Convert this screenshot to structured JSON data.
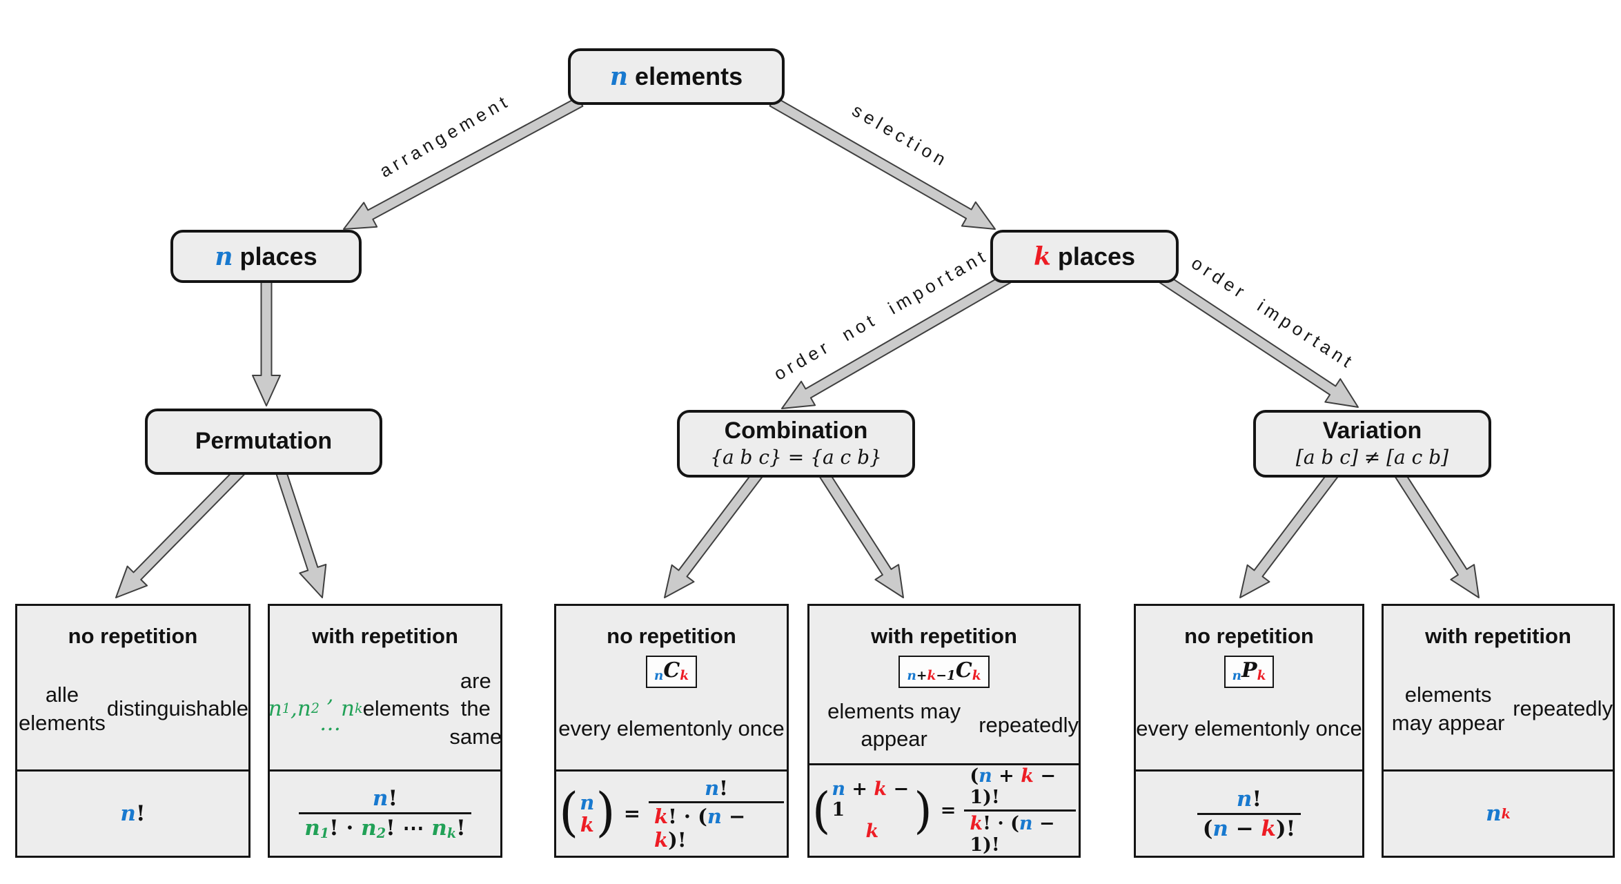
{
  "colors": {
    "blue": "#1879cf",
    "red": "#ed1c24",
    "green": "#21a157",
    "node_fill": "#ededed",
    "node_border": "#141414",
    "arrow_fill": "#cbcbcb",
    "arrow_outline": "#3f3f3f"
  },
  "nodes": {
    "root": {
      "title": [
        {
          "t": "n",
          "c": "b",
          "f": "mb"
        },
        {
          "t": " elements",
          "f": "b"
        }
      ]
    },
    "n_places": {
      "title": [
        {
          "t": "n",
          "c": "b",
          "f": "mb"
        },
        {
          "t": " places",
          "f": "b"
        }
      ]
    },
    "k_places": {
      "title": [
        {
          "t": "k",
          "c": "r",
          "f": "mb"
        },
        {
          "t": " places",
          "f": "b"
        }
      ]
    },
    "permutation": {
      "title": "Permutation"
    },
    "combination": {
      "title": "Combination",
      "subtitle": "{a b c} = {a c b}"
    },
    "variation": {
      "title": "Variation",
      "subtitle": "[a b c] ≠ [a c b]"
    }
  },
  "edges": {
    "arrangement": "arrangement",
    "selection": "selection",
    "order_not_important": "order not important",
    "order_important": "order important"
  },
  "leaves": [
    {
      "title": "no repetition",
      "desc": [
        {
          "t": "alle elements\ndistinguishable"
        }
      ],
      "formula": {
        "type": "simple",
        "tokens": [
          {
            "t": "n",
            "c": "b",
            "f": "mb"
          },
          {
            "t": "!"
          }
        ]
      }
    },
    {
      "title": "with repetition",
      "desc": [
        {
          "t": "n",
          "c": "g",
          "f": "m"
        },
        {
          "t": "1",
          "c": "g",
          "f": "m",
          "v": "sub"
        },
        {
          "t": ", ",
          "c": "g",
          "f": "m"
        },
        {
          "t": "n",
          "c": "g",
          "f": "m"
        },
        {
          "t": "2",
          "c": "g",
          "f": "m",
          "v": "sub"
        },
        {
          "t": ", … ",
          "c": "g",
          "f": "m"
        },
        {
          "t": "n",
          "c": "g",
          "f": "m"
        },
        {
          "t": "k",
          "c": "g",
          "f": "m",
          "v": "sub"
        },
        {
          "t": " elements\nare the same"
        }
      ],
      "formula": {
        "type": "frac",
        "num": [
          {
            "t": "n",
            "c": "b",
            "f": "mb"
          },
          {
            "t": "!"
          }
        ],
        "den": [
          {
            "t": "n",
            "c": "g",
            "f": "mb"
          },
          {
            "t": "1",
            "c": "g",
            "f": "mb",
            "v": "sub"
          },
          {
            "t": "! · "
          },
          {
            "t": "n",
            "c": "g",
            "f": "mb"
          },
          {
            "t": "2",
            "c": "g",
            "f": "mb",
            "v": "sub"
          },
          {
            "t": "! ⋯ "
          },
          {
            "t": "n",
            "c": "g",
            "f": "mb"
          },
          {
            "t": "k",
            "c": "g",
            "f": "mb",
            "v": "sub"
          },
          {
            "t": "!"
          }
        ]
      }
    },
    {
      "title": "no repetition",
      "badge": [
        {
          "t": "n",
          "c": "b",
          "f": "mb",
          "v": "sub"
        },
        {
          "t": "C",
          "f": "mb"
        },
        {
          "t": "k",
          "c": "r",
          "f": "mb",
          "v": "sub"
        }
      ],
      "desc": [
        {
          "t": "every element\nonly once"
        }
      ],
      "formula": {
        "type": "binom",
        "lp": "(",
        "rp": ")",
        "eq": "=",
        "top": [
          {
            "t": "n",
            "c": "b",
            "f": "mb"
          }
        ],
        "bottom": [
          {
            "t": "k",
            "c": "r",
            "f": "mb"
          }
        ],
        "num": [
          {
            "t": "n",
            "c": "b",
            "f": "mb"
          },
          {
            "t": "!"
          }
        ],
        "den": [
          {
            "t": "k",
            "c": "r",
            "f": "mb"
          },
          {
            "t": "! · ("
          },
          {
            "t": "n",
            "c": "b",
            "f": "mb"
          },
          {
            "t": " − "
          },
          {
            "t": "k",
            "c": "r",
            "f": "mb"
          },
          {
            "t": ")!"
          }
        ]
      }
    },
    {
      "title": "with repetition",
      "badge": [
        {
          "t": "n",
          "c": "b",
          "f": "mb",
          "v": "sub"
        },
        {
          "t": "+",
          "f": "mb",
          "v": "sub"
        },
        {
          "t": "k",
          "c": "r",
          "f": "mb",
          "v": "sub"
        },
        {
          "t": "−1",
          "f": "mb",
          "v": "sub"
        },
        {
          "t": "C",
          "f": "mb"
        },
        {
          "t": "k",
          "c": "r",
          "f": "mb",
          "v": "sub"
        }
      ],
      "desc": [
        {
          "t": "elements may appear\nrepeatedly"
        }
      ],
      "formula": {
        "type": "binom",
        "lp": "(",
        "rp": ")",
        "eq": "=",
        "top": [
          {
            "t": "n",
            "c": "b",
            "f": "mb"
          },
          {
            "t": " + "
          },
          {
            "t": "k",
            "c": "r",
            "f": "mb"
          },
          {
            "t": " − 1"
          }
        ],
        "bottom": [
          {
            "t": "k",
            "c": "r",
            "f": "mb"
          }
        ],
        "num": [
          {
            "t": "("
          },
          {
            "t": "n",
            "c": "b",
            "f": "mb"
          },
          {
            "t": " + "
          },
          {
            "t": "k",
            "c": "r",
            "f": "mb"
          },
          {
            "t": " − 1)!"
          }
        ],
        "den": [
          {
            "t": "k",
            "c": "r",
            "f": "mb"
          },
          {
            "t": "! · ("
          },
          {
            "t": "n",
            "c": "b",
            "f": "mb"
          },
          {
            "t": " − 1)!"
          }
        ]
      }
    },
    {
      "title": "no repetition",
      "badge": [
        {
          "t": "n",
          "c": "b",
          "f": "mb",
          "v": "sub"
        },
        {
          "t": "P",
          "f": "mb"
        },
        {
          "t": "k",
          "c": "r",
          "f": "mb",
          "v": "sub"
        }
      ],
      "desc": [
        {
          "t": "every element\nonly once"
        }
      ],
      "formula": {
        "type": "frac",
        "num": [
          {
            "t": "n",
            "c": "b",
            "f": "mb"
          },
          {
            "t": "!"
          }
        ],
        "den": [
          {
            "t": "("
          },
          {
            "t": "n",
            "c": "b",
            "f": "mb"
          },
          {
            "t": " − "
          },
          {
            "t": "k",
            "c": "r",
            "f": "mb"
          },
          {
            "t": ")!"
          }
        ]
      }
    },
    {
      "title": "with repetition",
      "desc": [
        {
          "t": "elements may appear\nrepeatedly"
        }
      ],
      "formula": {
        "type": "simple",
        "tokens": [
          {
            "t": "n",
            "c": "b",
            "f": "mb"
          },
          {
            "t": "k",
            "c": "r",
            "f": "mb",
            "v": "sup"
          }
        ]
      }
    }
  ]
}
